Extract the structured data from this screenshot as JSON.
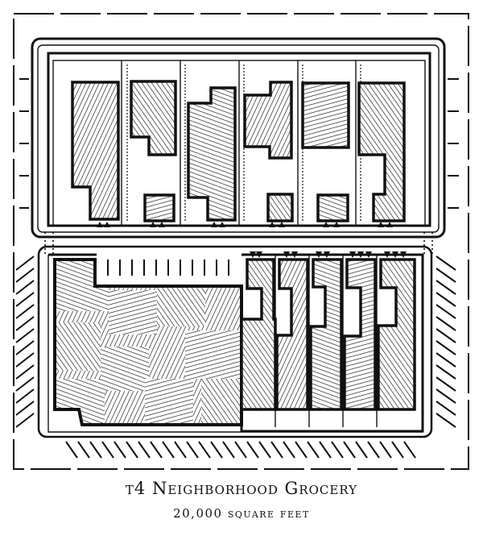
{
  "caption": {
    "title": "t4 Neighborhood Grocery",
    "subtitle": "20,000 square feet"
  },
  "plan": {
    "colors": {
      "ink": "#111111",
      "paper": "#ffffff"
    },
    "hatch_style": "cross-hatched roofs",
    "row_lot_count": 6,
    "shopfront_count": 5,
    "entry_marker_icon": "triangle-pointer"
  }
}
